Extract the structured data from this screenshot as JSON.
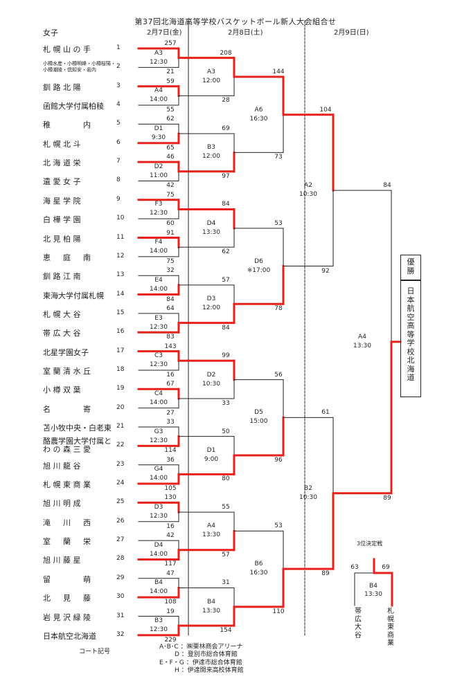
{
  "title": "第37回北海道高等学校バスケットボール新人大会組合せ",
  "dates": [
    "2月7日(金)",
    "2月8日(土)",
    "2月9日(日)"
  ],
  "group_label": "女子",
  "colors": {
    "win": "#e8201c",
    "line": "#222222"
  },
  "teams": [
    {
      "seed": "1",
      "name": "札 幌 山 の 手"
    },
    {
      "seed": "2",
      "name": "小樽水産・小樽明峰・小樽桜陽・小樽潮陵・倶知安・岩内"
    },
    {
      "seed": "3",
      "name": "釧 路 北 陽"
    },
    {
      "seed": "4",
      "name": "函館大学付属柏稜"
    },
    {
      "seed": "5",
      "name": "稚 　 　 　 内"
    },
    {
      "seed": "6",
      "name": "札 幌 北 斗"
    },
    {
      "seed": "7",
      "name": "北 海 道 栄"
    },
    {
      "seed": "8",
      "name": "遺 愛 女 子"
    },
    {
      "seed": "9",
      "name": "海 星 学 院"
    },
    {
      "seed": "10",
      "name": "白 樺 学 園"
    },
    {
      "seed": "11",
      "name": "北 見 柏 陽"
    },
    {
      "seed": "12",
      "name": "恵 　 庭 　 南"
    },
    {
      "seed": "13",
      "name": "釧 路 江 南"
    },
    {
      "seed": "14",
      "name": "東海大学付属札幌"
    },
    {
      "seed": "15",
      "name": "札 幌 大 谷"
    },
    {
      "seed": "16",
      "name": "帯 広 大 谷"
    },
    {
      "seed": "17",
      "name": "北星学園女子"
    },
    {
      "seed": "18",
      "name": "室 蘭 清 水 丘"
    },
    {
      "seed": "19",
      "name": "小 樽 双 葉"
    },
    {
      "seed": "20",
      "name": "名 　 　 　 寄"
    },
    {
      "seed": "21",
      "name": "苫小牧中央・白老東"
    },
    {
      "seed": "22",
      "name": "酪農学園大学付属とわ の 森 三 愛"
    },
    {
      "seed": "23",
      "name": "旭 川 龍 谷"
    },
    {
      "seed": "24",
      "name": "札 幌 東 商 業"
    },
    {
      "seed": "25",
      "name": "旭 川 明 成"
    },
    {
      "seed": "26",
      "name": "滝 　 川 　 西"
    },
    {
      "seed": "27",
      "name": "室 　 蘭 　 栄"
    },
    {
      "seed": "28",
      "name": "旭 川 藤 星"
    },
    {
      "seed": "29",
      "name": "留 　 　 　 萌"
    },
    {
      "seed": "30",
      "name": "北 　 見 　 藤"
    },
    {
      "seed": "31",
      "name": "岩 見 沢 緑 陵"
    },
    {
      "seed": "32",
      "name": "日本航空北海道"
    }
  ],
  "round1": [
    {
      "code": "A3",
      "time": "12:30",
      "s1": "257",
      "s2": "21",
      "winner": 1
    },
    {
      "code": "A4",
      "time": "14:00",
      "s1": "59",
      "s2": "55",
      "winner": 1
    },
    {
      "code": "D1",
      "time": "9:30",
      "s1": "62",
      "s2": "65",
      "winner": 2
    },
    {
      "code": "D2",
      "time": "11:00",
      "s1": "46",
      "s2": "42",
      "winner": 1
    },
    {
      "code": "F3",
      "time": "12:30",
      "s1": "75",
      "s2": "60",
      "winner": 1
    },
    {
      "code": "F4",
      "time": "14:00",
      "s1": "91",
      "s2": "75",
      "winner": 1
    },
    {
      "code": "E4",
      "time": "14:00",
      "s1": "32",
      "s2": "84",
      "winner": 2
    },
    {
      "code": "E3",
      "time": "12:30",
      "s1": "64",
      "s2": "83",
      "winner": 2
    },
    {
      "code": "C3",
      "time": "12:30",
      "s1": "143",
      "s2": "16",
      "winner": 1
    },
    {
      "code": "C4",
      "time": "14:00",
      "s1": "67",
      "s2": "27",
      "winner": 1
    },
    {
      "code": "G3",
      "time": "12:30",
      "s1": "33",
      "s2": "114",
      "winner": 2
    },
    {
      "code": "G4",
      "time": "14:00",
      "s1": "36",
      "s2": "105",
      "winner": 2
    },
    {
      "code": "D3",
      "time": "12:30",
      "s1": "130",
      "s2": "16",
      "winner": 1
    },
    {
      "code": "D4",
      "time": "14:00",
      "s1": "42",
      "s2": "117",
      "winner": 2
    },
    {
      "code": "B4",
      "time": "14:00",
      "s1": "47",
      "s2": "108",
      "winner": 2
    },
    {
      "code": "B3",
      "time": "12:30",
      "s1": "19",
      "s2": "229",
      "winner": 2
    }
  ],
  "round2": [
    {
      "code": "A3",
      "time": "12:00",
      "s1": "208",
      "s2": "28",
      "winner": 1
    },
    {
      "code": "B3",
      "time": "12:00",
      "s1": "69",
      "s2": "97",
      "winner": 2
    },
    {
      "code": "D4",
      "time": "13:30",
      "s1": "84",
      "s2": "62",
      "winner": 1
    },
    {
      "code": "D3",
      "time": "12:00",
      "s1": "57",
      "s2": "84",
      "winner": 2
    },
    {
      "code": "D2",
      "time": "10:30",
      "s1": "99",
      "s2": "33",
      "winner": 1
    },
    {
      "code": "D1",
      "time": "9:00",
      "s1": "50",
      "s2": "80",
      "winner": 2
    },
    {
      "code": "A4",
      "time": "13:30",
      "s1": "55",
      "s2": "57",
      "winner": 2
    },
    {
      "code": "B4",
      "time": "13:30",
      "s1": "31",
      "s2": "154",
      "winner": 2
    }
  ],
  "round3": [
    {
      "code": "A6",
      "time": "16:30",
      "s1": "144",
      "s2": "73",
      "winner": 1
    },
    {
      "code": "D6",
      "time": "※17:00",
      "s1": "53",
      "s2": "78",
      "winner": 2
    },
    {
      "code": "D5",
      "time": "15:00",
      "s1": "56",
      "s2": "96",
      "winner": 2
    },
    {
      "code": "B6",
      "time": "16:30",
      "s1": "53",
      "s2": "110",
      "winner": 2
    }
  ],
  "round4": [
    {
      "code": "A2",
      "time": "10:30",
      "s1": "104",
      "s2": "92",
      "winner": 1
    },
    {
      "code": "B2",
      "time": "10:30",
      "s1": "61",
      "s2": "89",
      "winner": 2
    }
  ],
  "final": {
    "code": "A4",
    "time": "13:30",
    "s1": "84",
    "s2": "89",
    "winner": 2
  },
  "champion": {
    "label": "優勝",
    "name": "日本航空高等学校北海道"
  },
  "third_place": {
    "label": "3位決定戦",
    "code": "B4",
    "time": "13:30",
    "s1": "63",
    "s2": "69",
    "team1": "帯広大谷",
    "team2": "札幌東商業",
    "winner": 2
  },
  "court_label": "コート記号",
  "legend": [
    "A･B･C ：㈱栗林商会アリーナ",
    "D ：登別市総合体育館",
    "E・F・G ：伊達市総合体育館",
    "H ：伊達開来高校体育館"
  ]
}
